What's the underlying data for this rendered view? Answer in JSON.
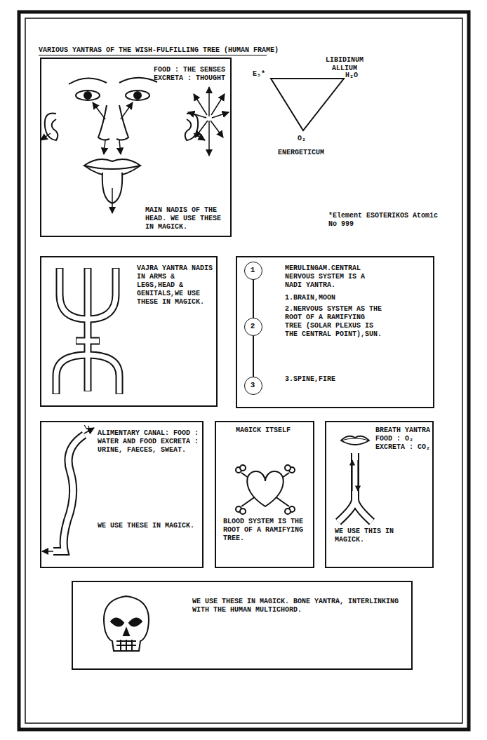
{
  "diagram": {
    "title": "VARIOUS YANTRAS OF THE WISH-FULFILLING TREE (HUMAN FRAME)",
    "nodes": [
      {
        "text": [
          "FOOD : THE SENSES EXCRETA : THOUGHT",
          "MAIN NADIS OF THE HEAD. WE USE THESE IN MAGICK."
        ]
      },
      {
        "text": [
          "VAJRA YANTRA NADIS IN ARMS & LEGS,HEAD & GENITALS,WE USE THESE IN MAGICK."
        ]
      },
      {
        "text": [
          "MERULINGAM.CENTRAL NERVOUS SYSTEM IS A NADI YANTRA.",
          "1.BRAIN,MOON",
          "2.NERVOUS SYSTEM AS THE ROOT OF A RAMIFYING TREE (SOLAR PLEXUS IS THE CENTRAL POINT),SUN.",
          "3.SPINE,FIRE"
        ]
      },
      {
        "text": [
          "1"
        ],
        "in": 2
      },
      {
        "text": [
          "2"
        ],
        "in": 2
      },
      {
        "text": [
          "3"
        ],
        "in": 2
      },
      {
        "text": [
          "ALIMENTARY CANAL: FOOD : WATER AND FOOD EXCRETA : URINE, FAECES, SWEAT.",
          "WE USE THESE IN MAGICK."
        ]
      },
      {
        "text": [
          "MAGICK ITSELF",
          "BLOOD SYSTEM IS THE ROOT OF A RAMIFYING TREE."
        ]
      },
      {
        "text": [
          "BREATH YANTRA FOOD : O₂ EXCRETA : CO₂",
          "WE USE THIS IN MAGICK."
        ]
      },
      {
        "text": [
          "WE USE THESE IN MAGICK. BONE YANTRA, INTERLINKING WITH THE HUMAN MULTICHORD."
        ]
      }
    ],
    "edges": [
      {
        "from": 3,
        "to": 4,
        "arrow": "none"
      },
      {
        "from": 4,
        "to": 5,
        "arrow": "none"
      }
    ],
    "labels": [
      "LIBIDINUM ALLIUM",
      "E₅*",
      "H₂O",
      "O₂",
      "ENERGETICUM",
      "*Element ESOTERIKOS Atomic No 999"
    ]
  }
}
